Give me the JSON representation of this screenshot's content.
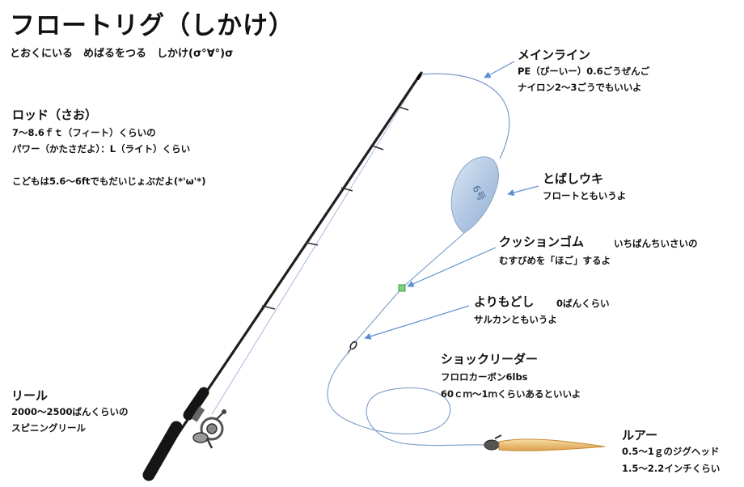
{
  "title": "フロートリグ（しかけ）",
  "subtitle": "とおくにいる　めばるをつる　しかけ(σ°∀°)σ",
  "float_mark": "6号",
  "labels": {
    "rod": {
      "heading": "ロッド（さお）",
      "line1": "7〜8.6ｆｔ（フィート）くらいの",
      "line2": "パワー（かたさだよ）：L（ライト）くらい",
      "line3": "こどもは5.6〜6ftでもだいじょぶだよ(*'ω'*)"
    },
    "main_line": {
      "heading": "メインライン",
      "line1": "PE（ぴーいー）0.6ごうぜんご",
      "line2": "ナイロン2〜3ごうでもいいよ"
    },
    "float": {
      "heading": "とばしウキ",
      "line1": "フロートともいうよ"
    },
    "cushion": {
      "heading": "クッションゴム",
      "note": "いちばんちいさいの",
      "line1": "むすびめを「ほご」するよ"
    },
    "swivel": {
      "heading": "よりもどし",
      "note": "0ばんくらい",
      "line1": "サルカンともいうよ"
    },
    "leader": {
      "heading": "ショックリーダー",
      "line1": "フロロカーボン6lbs",
      "line2": "60ｃｍ〜1ｍくらいあるといいよ"
    },
    "reel": {
      "heading": "リール",
      "line1": "2000〜2500ばんくらいの",
      "line2": "スピニングリール"
    },
    "lure": {
      "heading": "ルアー",
      "line1": "0.5〜1ｇのジグヘッド",
      "line2": "1.5〜2.2インチくらい"
    }
  }
}
